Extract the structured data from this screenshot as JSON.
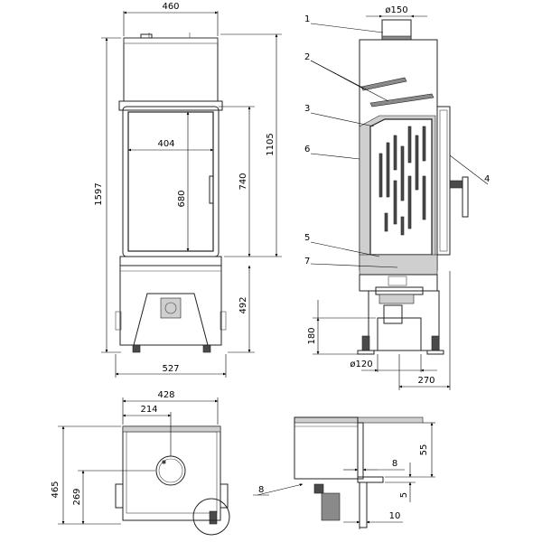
{
  "front_view": {
    "dims": {
      "top_width": "460",
      "inner_width": "404",
      "bottom_width": "527",
      "total_height": "1597",
      "body_height": "1105",
      "door_height": "740",
      "glass_height": "680",
      "base_height": "492"
    }
  },
  "side_view": {
    "dims": {
      "flue_diameter": "ø150",
      "air_diameter": "ø120",
      "air_height": "180",
      "depth": "270"
    },
    "callouts": [
      "1",
      "2",
      "3",
      "6",
      "4",
      "5",
      "7"
    ]
  },
  "top_view": {
    "dims": {
      "width": "428",
      "flue_offset_x": "214",
      "depth": "465",
      "flue_offset_y": "269"
    }
  },
  "detail_view": {
    "callout": "8",
    "dims": {
      "d55": "55",
      "d8": "8",
      "d5": "5",
      "d10": "10"
    }
  }
}
